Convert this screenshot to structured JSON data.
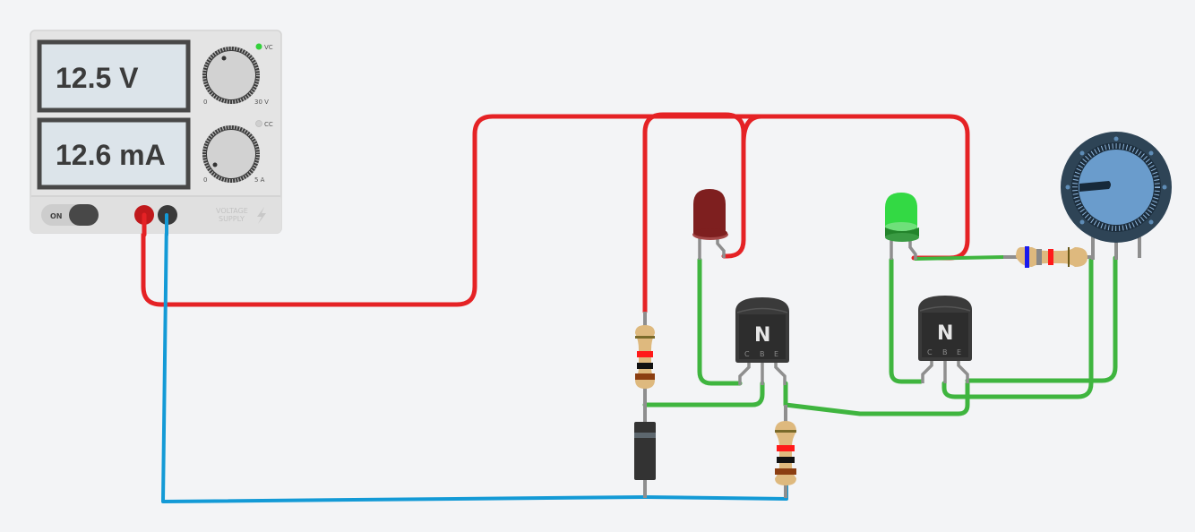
{
  "power_supply": {
    "voltage_display": "12.5 V",
    "current_display": "12.6 mA",
    "voltage_knob": {
      "min_label": "0",
      "max_label": "30 V",
      "indicator_label": "VC",
      "indicator_on": true
    },
    "current_knob": {
      "min_label": "0",
      "max_label": "5 A",
      "indicator_label": "CC",
      "indicator_on": false
    },
    "power_switch_label": "ON",
    "brand_line1": "VOLTAGE",
    "brand_line2": "SUPPLY",
    "colors": {
      "positive_terminal": "#c0191c",
      "negative_terminal": "#3a3a3a",
      "vc_led": "#33d13b",
      "cc_led": "#cfcfcf"
    }
  },
  "components": {
    "transistor_left": {
      "letter": "N",
      "pins": [
        "C",
        "B",
        "E"
      ]
    },
    "transistor_right": {
      "letter": "N",
      "pins": [
        "C",
        "B",
        "E"
      ]
    },
    "led_red": {
      "color": "#7e1f1f"
    },
    "led_green": {
      "color": "#33d944"
    },
    "potentiometer": {
      "color": "#6a9ccc"
    }
  },
  "wire_colors": {
    "red": "#e52225",
    "green": "#3fb53f",
    "blue": "#139ad6"
  }
}
